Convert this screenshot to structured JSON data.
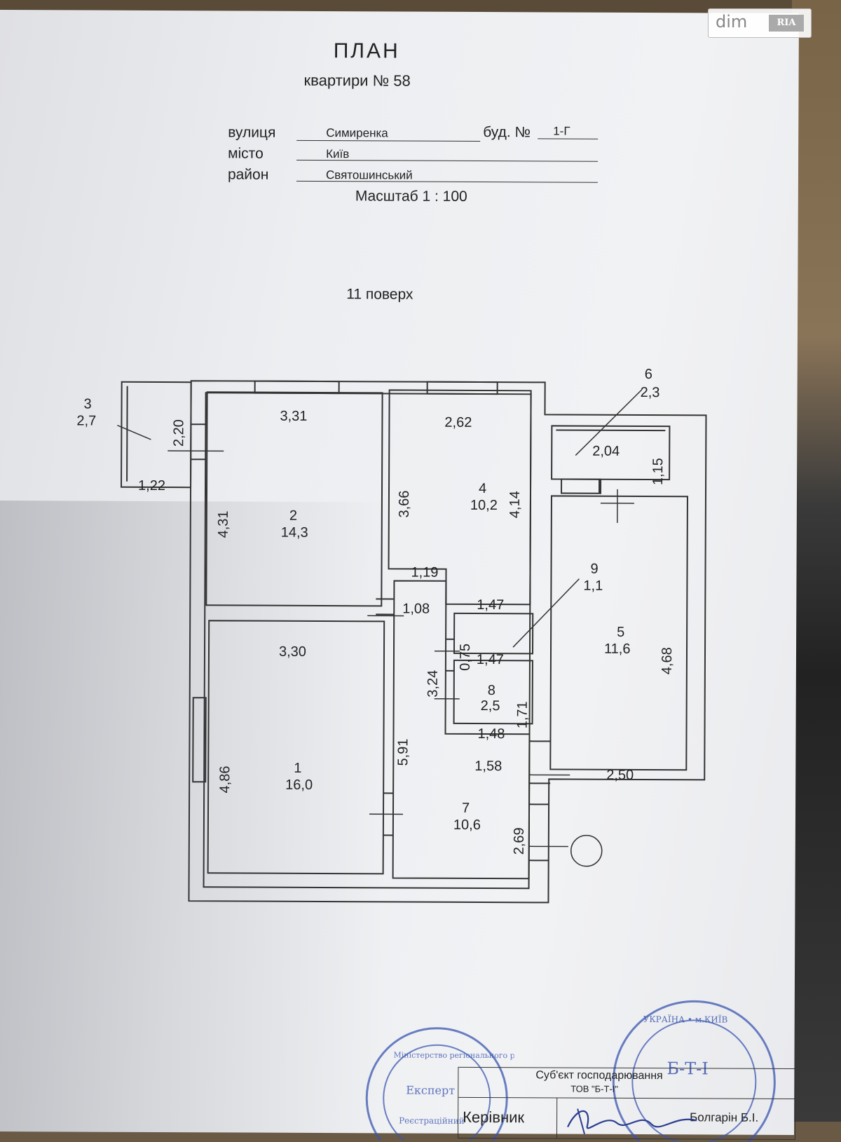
{
  "watermark": {
    "dim": "dim",
    "ria": "RIA"
  },
  "header": {
    "title": "ПЛАН",
    "subtitle": "квартири № 58",
    "street_label": "вулиця",
    "street_value": "Симиренка",
    "building_label": "буд. №",
    "building_value": "1-Г",
    "city_label": "місто",
    "city_value": "Київ",
    "district_label": "район",
    "district_value": "Святошинський",
    "scale": "Масштаб 1 : 100",
    "floor": "11 поверх"
  },
  "rooms": [
    {
      "number": "1",
      "area": "16,0"
    },
    {
      "number": "2",
      "area": "14,3"
    },
    {
      "number": "3",
      "area": "2,7"
    },
    {
      "number": "4",
      "area": "10,2"
    },
    {
      "number": "5",
      "area": "11,6"
    },
    {
      "number": "6",
      "area": "2,3"
    },
    {
      "number": "7",
      "area": "10,6"
    },
    {
      "number": "8",
      "area": "2,5"
    },
    {
      "number": "9",
      "area": "1,1"
    }
  ],
  "dimensions": {
    "d_331": "3,31",
    "d_220": "2,20",
    "d_122": "1,22",
    "d_431": "4,31",
    "d_262": "2,62",
    "d_366": "3,66",
    "d_414": "4,14",
    "d_204": "2,04",
    "d_115": "1,15",
    "d_119": "1,19",
    "d_108": "1,08",
    "d_147a": "1,47",
    "d_330": "3,30",
    "d_075": "0,75",
    "d_147b": "1,47",
    "d_324": "3,24",
    "d_468": "4,68",
    "d_171": "1,71",
    "d_148": "1,48",
    "d_486": "4,86",
    "d_591": "5,91",
    "d_158": "1,58",
    "d_250": "2,50",
    "d_269": "2,69"
  },
  "stamp": {
    "subject": "Суб'єкт господарювання",
    "company": "ТОВ \"Б-Т-І\"",
    "head_label": "Керівник",
    "head_name": "Болгарін Б.І.",
    "seal_left_top": "Міністерство регіонального розвитку",
    "seal_left_mid": "Експерт",
    "seal_left_bottom": "Реєстраційний",
    "seal_right_top": "УКРАЇНА • м.КИЇВ",
    "seal_right_mid": "Б-Т-І"
  }
}
